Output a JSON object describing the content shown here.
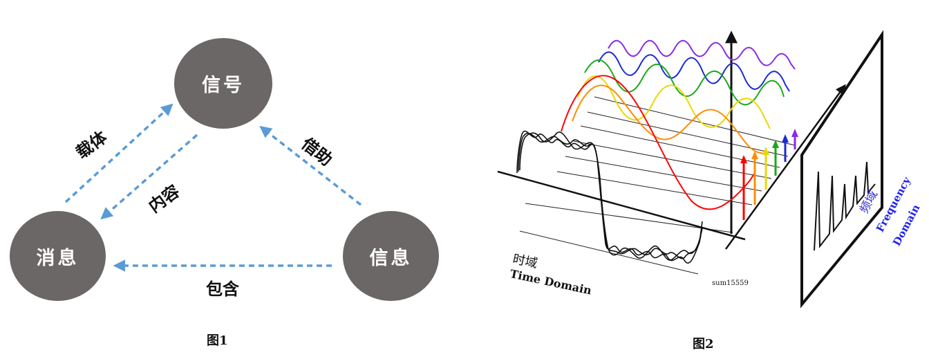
{
  "figure1": {
    "caption": "图1",
    "nodes": {
      "signal": "信号",
      "message": "消息",
      "info": "信息"
    },
    "relations": {
      "carrier": "载体",
      "content": "内容",
      "via": "借助",
      "contains": "包含"
    },
    "arrow_color": "#5b9bd5",
    "node_color": "#6b6766"
  },
  "figure2": {
    "caption": "图2",
    "time_domain": {
      "cn": "时域",
      "en": "Time Domain"
    },
    "frequency_domain": {
      "cn": "频域",
      "en_line1": "Frequency",
      "en_line2": "Domain"
    },
    "waveform_label": "sum15559",
    "harmonic_colors": [
      "#ff0000",
      "#ff8c00",
      "#e8d800",
      "#1aa81a",
      "#1a2ad0",
      "#8a2be2"
    ]
  }
}
